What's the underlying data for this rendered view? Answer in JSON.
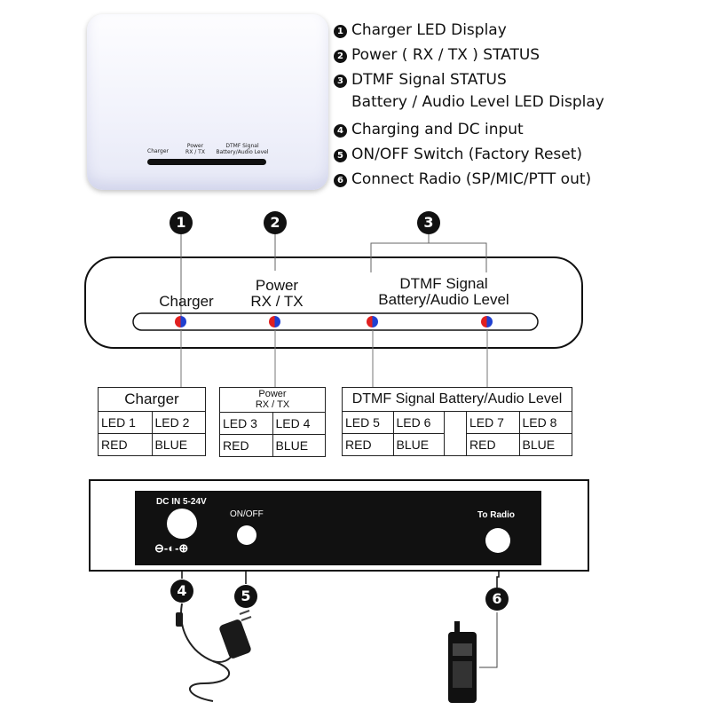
{
  "device": {
    "label_charger": "Charger",
    "label_power_1": "Power",
    "label_power_2": "RX / TX",
    "label_dtmf_1": "DTMF Signal",
    "label_dtmf_2": "Battery/Audio Level"
  },
  "features": [
    {
      "n": "1",
      "text": "Charger LED Display"
    },
    {
      "n": "2",
      "text": "Power ( RX / TX ) STATUS"
    },
    {
      "n": "3",
      "text": "DTMF Signal STATUS"
    },
    {
      "n": "",
      "text": "Battery / Audio Level LED Display"
    },
    {
      "n": "4",
      "text": "Charging and DC input"
    },
    {
      "n": "5",
      "text": "ON/OFF Switch (Factory Reset)"
    },
    {
      "n": "6",
      "text": "Connect  Radio (SP/MIC/PTT out)"
    }
  ],
  "callouts": [
    "1",
    "2",
    "3",
    "4",
    "5",
    "6"
  ],
  "front_panel": {
    "charger": "Charger",
    "power_1": "Power",
    "power_2": "RX / TX",
    "dtmf_1": "DTMF Signal",
    "dtmf_2": "Battery/Audio Level"
  },
  "tables": {
    "charger": {
      "header": "Charger",
      "rows": [
        [
          "LED 1",
          "LED 2"
        ],
        [
          "RED",
          "BLUE"
        ]
      ]
    },
    "power": {
      "header_1": "Power",
      "header_2": "RX / TX",
      "rows": [
        [
          "LED 3",
          "LED 4"
        ],
        [
          "RED",
          "BLUE"
        ]
      ]
    },
    "dtmf": {
      "header": "DTMF Signal Battery/Audio Level",
      "left_rows": [
        [
          "LED 5",
          "LED 6"
        ],
        [
          "RED",
          "BLUE"
        ]
      ],
      "right_rows": [
        [
          "LED 7",
          "LED 8"
        ],
        [
          "RED",
          "BLUE"
        ]
      ]
    }
  },
  "back_panel": {
    "dc_in": "DC IN 5-24V",
    "on_off": "ON/OFF",
    "to_radio": "To Radio",
    "polarity": "⊖-◐-⊕"
  },
  "colors": {
    "led_red": "#e02020",
    "led_blue": "#2040d0",
    "panel_black": "#111111"
  }
}
